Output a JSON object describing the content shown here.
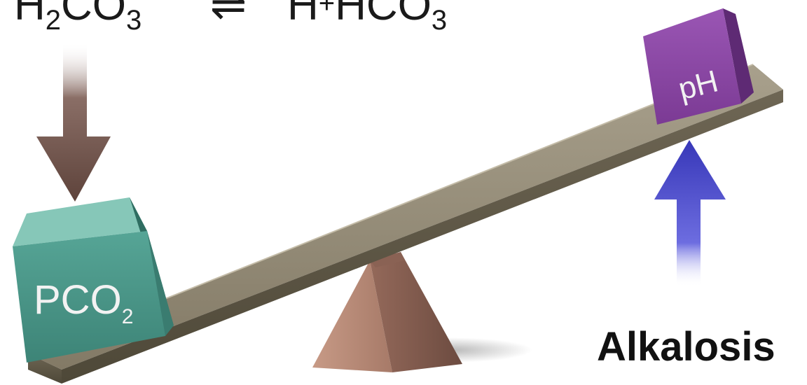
{
  "equation": {
    "left_species": "H",
    "left_sub_1": "2",
    "left_mid": "CO",
    "left_sub_2": "3",
    "arrow": "⇌",
    "right_cation": "H",
    "right_plus": "+",
    "right_anion": "HCO",
    "right_sub": "3"
  },
  "left_block": {
    "label_main": "PCO",
    "label_sub": "2",
    "color": "#4a9a8c"
  },
  "right_block": {
    "label": "pH",
    "color": "#8e4aa6"
  },
  "down_arrow": {
    "icon": "arrow-down-icon",
    "color": "#6b4f47"
  },
  "up_arrow": {
    "icon": "arrow-up-icon",
    "color": "#4747c8"
  },
  "caption": "Alkalosis"
}
